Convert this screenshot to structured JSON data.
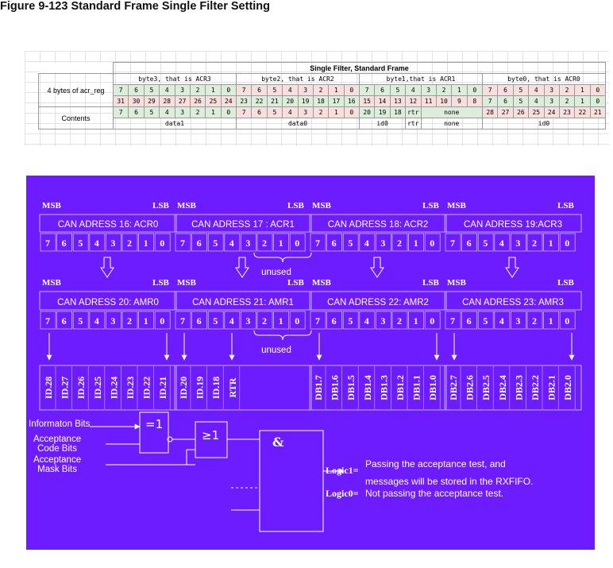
{
  "title": "Figure 9-123 Standard Frame Single Filter Setting",
  "table": {
    "header": "Single Filter, Standard Frame",
    "row_label_1": "4 bytes of acr_reg",
    "row_label_2": "Contents",
    "byte_titles": [
      "byte3, that is ACR3",
      "byte2, that is ACR2",
      "byte1,that is ACR1",
      "byte0, that is ACR0"
    ],
    "bit_row": [
      "7",
      "6",
      "5",
      "4",
      "3",
      "2",
      "1",
      "0",
      "7",
      "6",
      "5",
      "4",
      "3",
      "2",
      "1",
      "0",
      "7",
      "6",
      "5",
      "4",
      "3",
      "2",
      "1",
      "0",
      "7",
      "6",
      "5",
      "4",
      "3",
      "2",
      "1",
      "0"
    ],
    "global_bits": [
      "31",
      "30",
      "29",
      "28",
      "27",
      "26",
      "25",
      "24",
      "23",
      "22",
      "21",
      "20",
      "19",
      "18",
      "17",
      "16",
      "15",
      "14",
      "13",
      "12",
      "11",
      "10",
      "9",
      "8",
      "7",
      "6",
      "5",
      "4",
      "3",
      "2",
      "1",
      "0"
    ],
    "contents_top": {
      "b3": [
        "7",
        "6",
        "5",
        "4",
        "3",
        "2",
        "1",
        "0"
      ],
      "b2": [
        "7",
        "6",
        "5",
        "4",
        "3",
        "2",
        "1",
        "0"
      ],
      "b1": [
        "20",
        "19",
        "18",
        "rtr",
        "none"
      ],
      "b0": [
        "28",
        "27",
        "26",
        "25",
        "24",
        "23",
        "22",
        "21"
      ]
    },
    "contents_bottom": [
      "data1",
      "data0",
      "id0",
      "rtr",
      "none",
      "id0"
    ]
  },
  "diagram": {
    "blocks": [
      {
        "msb": "MSB",
        "lsb": "LSB",
        "acr": "CAN ADRESS 16: ACR0",
        "amr": "CAN ADRESS 20: AMR0",
        "outputs": [
          "ID.28",
          "ID.27",
          "ID.26",
          "ID.25",
          "ID.24",
          "ID.23",
          "ID.22",
          "ID.21"
        ]
      },
      {
        "msb": "MSB",
        "lsb": "LSB",
        "acr": "CAN ADRESS 17 : ACR1",
        "amr": "CAN ADRESS 21: AMR1",
        "outputs": [
          "ID.20",
          "ID.19",
          "ID.18",
          "RTR"
        ]
      },
      {
        "msb": "MSB",
        "lsb": "LSB",
        "acr": "CAN ADRESS 18: ACR2",
        "amr": "CAN ADRESS 22: AMR2",
        "outputs": [
          "DB1.7",
          "DB1.6",
          "DB1.5",
          "DB1.4",
          "DB1.3",
          "DB1.2",
          "DB1.1",
          "DB1.0"
        ]
      },
      {
        "msb": "MSB",
        "lsb": "LSB",
        "acr": "CAN ADRESS 19:ACR3",
        "amr": "CAN ADRESS 23: AMR3",
        "outputs": [
          "DB2.7",
          "DB2.6",
          "DB2.5",
          "DB2.4",
          "DB2.3",
          "DB2.2",
          "DB2.1",
          "DB2.0"
        ]
      }
    ],
    "bits": [
      "7",
      "6",
      "5",
      "4",
      "3",
      "2",
      "1",
      "0"
    ],
    "unused": "unused",
    "inputs": {
      "info": "Informaton Bits",
      "acc_code_1": "Acceptance",
      "acc_code_2": "Code Bits",
      "acc_mask_1": "Acceptance",
      "acc_mask_2": "Mask Bits"
    },
    "gates": {
      "xnor": "=1",
      "or": "≥1",
      "and": "&"
    },
    "logic": {
      "l1_label": "Logic1=",
      "l1_line1": "Passing the acceptance test, and",
      "l1_line2": "messages will be stored in the RXFIFO.",
      "l0_label": "Logic0=",
      "l0_line": "Not passing the acceptance test."
    }
  }
}
